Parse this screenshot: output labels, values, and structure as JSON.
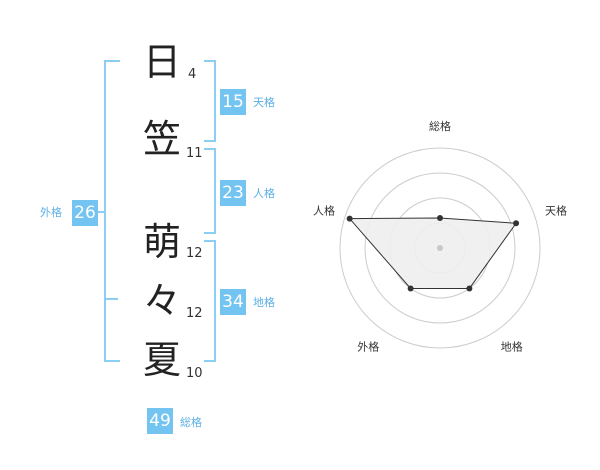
{
  "name": {
    "chars": [
      {
        "char": "日",
        "strokes": "4"
      },
      {
        "char": "笠",
        "strokes": "11"
      },
      {
        "char": "萌",
        "strokes": "12"
      },
      {
        "char": "々",
        "strokes": "12"
      },
      {
        "char": "夏",
        "strokes": "10"
      }
    ]
  },
  "grids": {
    "tenkaku": {
      "value": "15",
      "label": "天格"
    },
    "jinkaku": {
      "value": "23",
      "label": "人格"
    },
    "chikaku": {
      "value": "34",
      "label": "地格"
    },
    "gaikaku": {
      "value": "26",
      "label": "外格"
    },
    "soukaku": {
      "value": "49",
      "label": "総格"
    }
  },
  "chart_data": {
    "type": "radar",
    "axes": [
      "総格",
      "天格",
      "地格",
      "外格",
      "人格"
    ],
    "values": [
      0.3,
      0.8,
      0.5,
      0.5,
      0.95
    ],
    "range": [
      0,
      1
    ],
    "rings": 4,
    "colors": {
      "fill": "#eeeeee",
      "stroke": "#333333",
      "grid": "#cccccc",
      "center": "#c8c8c8"
    }
  }
}
